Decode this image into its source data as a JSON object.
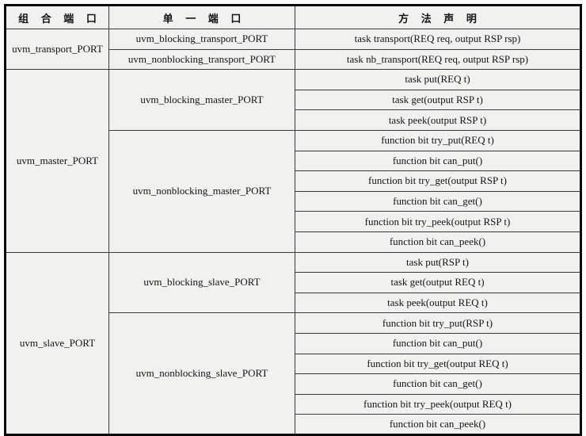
{
  "table": {
    "headers": [
      "组 合 端 口",
      "单 一 端 口",
      "方 法 声 明"
    ],
    "groups": [
      {
        "composite": "uvm_transport_PORT",
        "subgroups": [
          {
            "single": "uvm_blocking_transport_PORT",
            "methods": [
              "task transport(REQ req, output RSP rsp)"
            ]
          },
          {
            "single": "uvm_nonblocking_transport_PORT",
            "methods": [
              "task nb_transport(REQ req, output RSP rsp)"
            ]
          }
        ]
      },
      {
        "composite": "uvm_master_PORT",
        "subgroups": [
          {
            "single": "uvm_blocking_master_PORT",
            "methods": [
              "task put(REQ t)",
              "task get(output RSP t)",
              "task peek(output RSP t)"
            ]
          },
          {
            "single": "uvm_nonblocking_master_PORT",
            "methods": [
              "function bit try_put(REQ t)",
              "function bit can_put()",
              "function bit try_get(output RSP t)",
              "function bit can_get()",
              "function bit try_peek(output RSP t)",
              "function bit can_peek()"
            ]
          }
        ]
      },
      {
        "composite": "uvm_slave_PORT",
        "subgroups": [
          {
            "single": "uvm_blocking_slave_PORT",
            "methods": [
              "task put(RSP t)",
              "task get(output REQ t)",
              "task peek(output REQ t)"
            ]
          },
          {
            "single": "uvm_nonblocking_slave_PORT",
            "methods": [
              "function bit try_put(RSP t)",
              "function bit can_put()",
              "function bit try_get(output REQ t)",
              "function bit can_get()",
              "function bit try_peek(output REQ t)",
              "function bit can_peek()"
            ]
          }
        ]
      }
    ],
    "colors": {
      "cell_background": "#f1f1f0",
      "outer_border": "#0a0a0a",
      "inner_border": "#3a3a3a",
      "text": "#141414"
    }
  }
}
